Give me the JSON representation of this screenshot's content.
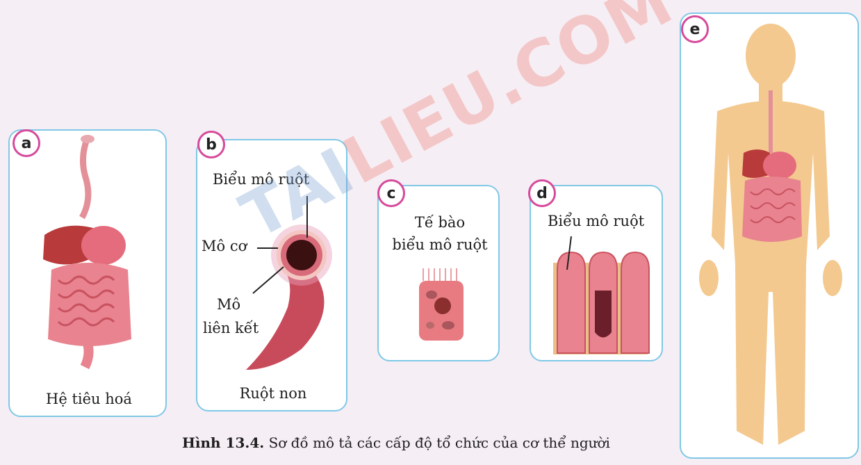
{
  "panels": {
    "a": {
      "badge": "a",
      "label": "Hệ tiêu hoá"
    },
    "b": {
      "badge": "b",
      "title": "Biểu mô ruột",
      "muscle": "Mô cơ",
      "connective_1": "Mô",
      "connective_2": "liên kết",
      "label": "Ruột non"
    },
    "c": {
      "badge": "c",
      "title_1": "Tế bào",
      "title_2": "biểu mô ruột"
    },
    "d": {
      "badge": "d",
      "title": "Biểu mô ruột"
    },
    "e": {
      "badge": "e"
    }
  },
  "caption": {
    "bold": "Hình 13.4.",
    "text": " Sơ đồ mô tả các cấp độ tổ chức của cơ thể người"
  },
  "watermark": {
    "part1": "TAI",
    "part2": "LIEU.COM"
  },
  "colors": {
    "card_border": "#7fc8e6",
    "badge_border": "#d64a9b",
    "organ_pink": "#e8838f",
    "body_skin": "#f3c98f"
  }
}
